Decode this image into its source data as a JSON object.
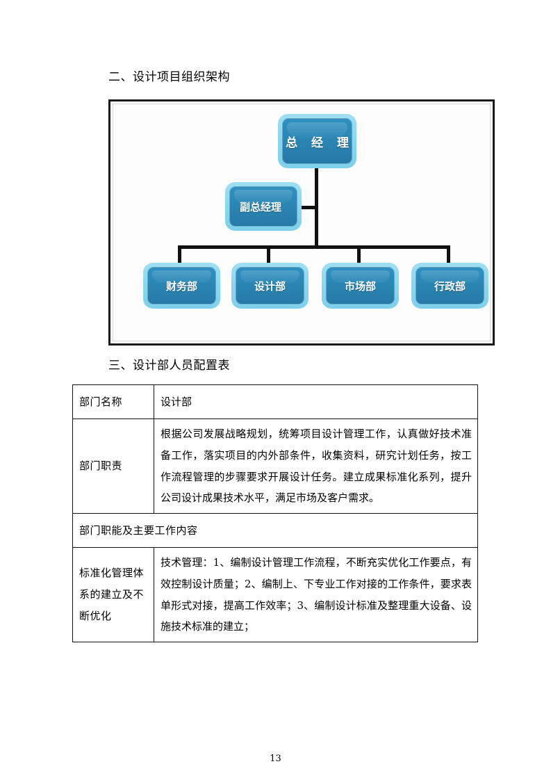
{
  "document": {
    "page_number": "13"
  },
  "sections": {
    "org_heading": "二、设计项目组织架构",
    "table_heading": "三、设计部人员配置表"
  },
  "org_chart": {
    "colors": {
      "node_fill": "#2b86b4",
      "node_glow": "#8ad6ef",
      "connector": "#111111",
      "frame_border": "#1a1a1a"
    },
    "nodes": {
      "top": "总 经 理",
      "deputy": "副总经理",
      "departments": [
        "财务部",
        "设计部",
        "市场部",
        "行政部"
      ]
    }
  },
  "table": {
    "rows": [
      {
        "label": "部门名称",
        "body": "设计部"
      },
      {
        "label": "部门职责",
        "body": "根据公司发展战略规划，统筹项目设计管理工作，认真做好技术准备工作，落实项目的内外部条件，收集资料，研究计划任务，按工作流程管理的步骤要求开展设计任务。建立成果标准化系列，提升公司设计成果技术水平，满足市场及客户需求。"
      },
      {
        "label": "",
        "body": "部门职能及主要工作内容",
        "full_span": true
      },
      {
        "label": "标准化管理体系的建立及不断优化",
        "body": "技术管理：1、编制设计管理工作流程，不断充实优化工作要点，有效控制设计质量；2、编制上、下专业工作对接的工作条件，要求表单形式对接，提高工作效率；3、编制设计标准及整理重大设备、设施技术标准的建立；"
      }
    ]
  }
}
